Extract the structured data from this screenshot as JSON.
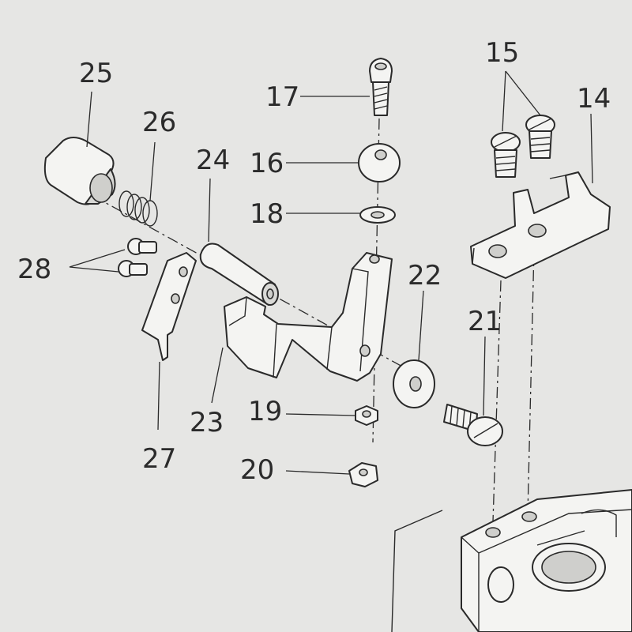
{
  "callouts": {
    "p14": "14",
    "p15": "15",
    "p16": "16",
    "p17": "17",
    "p18": "18",
    "p19": "19",
    "p20": "20",
    "p21": "21",
    "p22": "22",
    "p23": "23",
    "p24": "24",
    "p25": "25",
    "p26": "26",
    "p27": "27",
    "p28": "28"
  },
  "colors": {
    "background": "#e6e6e4",
    "ink": "#2a2a2a"
  }
}
